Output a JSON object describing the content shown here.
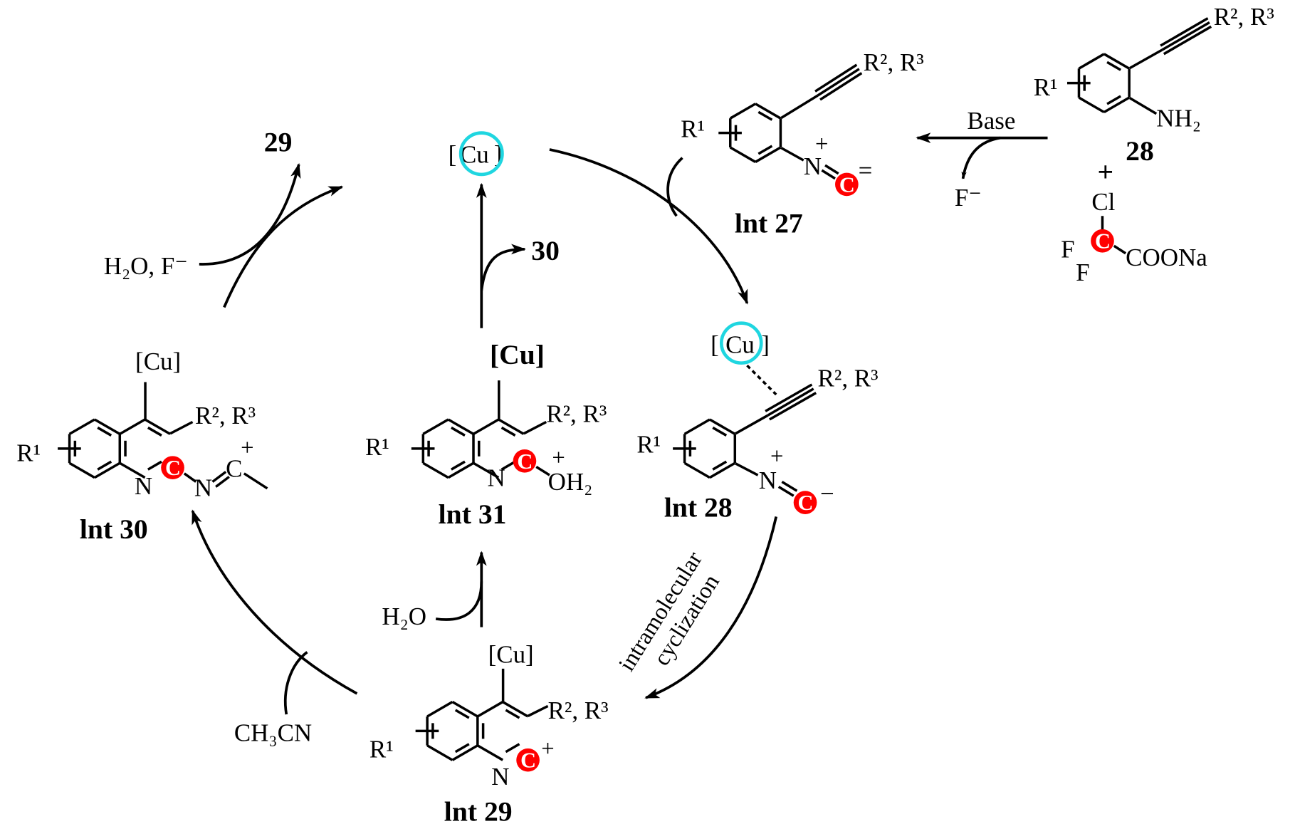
{
  "diagram": {
    "catalyst": "[Cu]",
    "catalyst_atom": "Cu",
    "product_29": "29",
    "product_30": "30",
    "reagent_h2o_f": "H₂O, F⁻",
    "reagent_h2o": "H₂O",
    "reagent_ch3cn": "CH₃CN",
    "base": "Base",
    "fluoride": "F⁻",
    "plus": "+",
    "step_label_line1": "intramolecular",
    "step_label_line2": "cyclization",
    "carbon": "C",
    "substituent_r1": "R¹",
    "substituent_r23": "R², R³",
    "start_28": {
      "label": "28",
      "amine": "NH₂"
    },
    "difluoro": {
      "cl": "Cl",
      "f1": "F",
      "f2": "F",
      "coona": "COONa"
    },
    "int27": {
      "label": "lnt 27",
      "n": "N",
      "nplus": "+",
      "cminus": "="
    },
    "int28": {
      "label": "lnt 28",
      "n": "N",
      "nplus": "+",
      "cminus": "−"
    },
    "int29": {
      "label": "lnt 29",
      "n": "N",
      "cplus": "+"
    },
    "int30": {
      "label": "lnt 30",
      "n": "N",
      "n2": "N",
      "cplus_text": "C",
      "cplus": "+"
    },
    "int31": {
      "label": "lnt 31",
      "n": "N",
      "oh2": "OH₂",
      "oplus": "+"
    }
  }
}
